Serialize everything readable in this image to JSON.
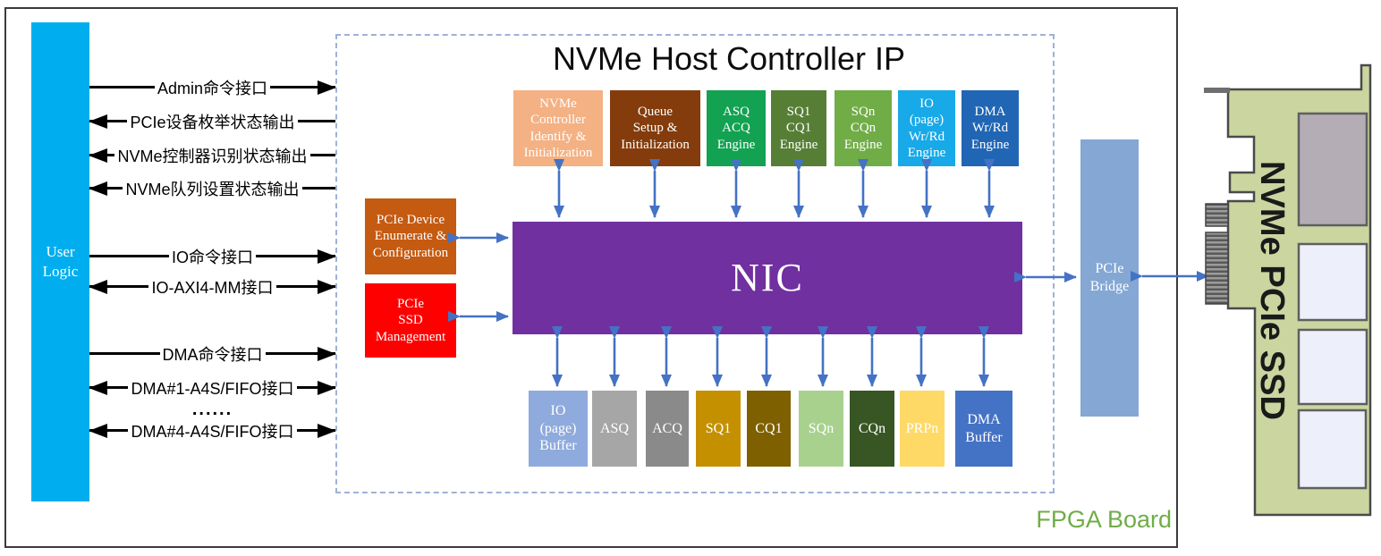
{
  "diagram": {
    "title": "NVMe Host Controller IP",
    "fpga_label": {
      "text": "FPGA Board",
      "color": "#70AD47"
    },
    "user_logic": {
      "label": "User\nLogic",
      "color": "#00AEEF"
    },
    "interfaces": [
      {
        "label": "Admin命令接口",
        "direction": "right"
      },
      {
        "label": "PCIe设备枚举状态输出",
        "direction": "left"
      },
      {
        "label": "NVMe控制器识别状态输出",
        "direction": "left"
      },
      {
        "label": "NVMe队列设置状态输出",
        "direction": "left"
      },
      {
        "label": "IO命令接口",
        "direction": "right"
      },
      {
        "label": "IO-AXI4-MM接口",
        "direction": "both"
      },
      {
        "label": "DMA命令接口",
        "direction": "right"
      },
      {
        "label": "DMA#1-A4S/FIFO接口",
        "direction": "both"
      },
      {
        "label": "......",
        "direction": "none"
      },
      {
        "label": "DMA#4-A4S/FIFO接口",
        "direction": "both"
      }
    ],
    "engines": [
      {
        "label": "NVMe\nController\nIdentify &\nInitialization",
        "color": "#F4B183"
      },
      {
        "label": "Queue\nSetup &\nInitialization",
        "color": "#843C0C"
      },
      {
        "label": "ASQ\nACQ\nEngine",
        "color": "#12A251"
      },
      {
        "label": "SQ1\nCQ1\nEngine",
        "color": "#567F35"
      },
      {
        "label": "SQn\nCQn\nEngine",
        "color": "#70AD47"
      },
      {
        "label": "IO\n(page)\nWr/Rd\nEngine",
        "color": "#18A9E8"
      },
      {
        "label": "DMA\nWr/Rd\nEngine",
        "color": "#2066B4"
      }
    ],
    "left_blocks": [
      {
        "label": "PCIe Device\nEnumerate &\nConfiguration",
        "color": "#C55A11"
      },
      {
        "label": "PCIe\nSSD\nManagement",
        "color": "#FF0000"
      }
    ],
    "nic": {
      "label": "NIC",
      "color": "#7030A0"
    },
    "buffers": [
      {
        "label": "IO\n(page)\nBuffer",
        "color": "#8FAADC"
      },
      {
        "label": "ASQ",
        "color": "#A6A6A6"
      },
      {
        "label": "ACQ",
        "color": "#8A8A8A"
      },
      {
        "label": "SQ1",
        "color": "#C49000"
      },
      {
        "label": "CQ1",
        "color": "#7F6000"
      },
      {
        "label": "SQn",
        "color": "#A9D18E"
      },
      {
        "label": "CQn",
        "color": "#375623"
      },
      {
        "label": "PRPn",
        "color": "#FFD966"
      },
      {
        "label": "DMA\nBuffer",
        "color": "#4472C4"
      }
    ],
    "pcie_bridge": {
      "label": "PCIe\nBridge",
      "color": "#84A7D4"
    },
    "ssd": {
      "label": "NVMe PCIe SSD",
      "board_color": "#CAD5A0"
    },
    "style": {
      "blue_arrow_color": "#4472C4",
      "black_arrow_color": "#000000",
      "dashed_border_color": "#9FB1D8",
      "outer_border_color": "#3b3b3b"
    }
  }
}
